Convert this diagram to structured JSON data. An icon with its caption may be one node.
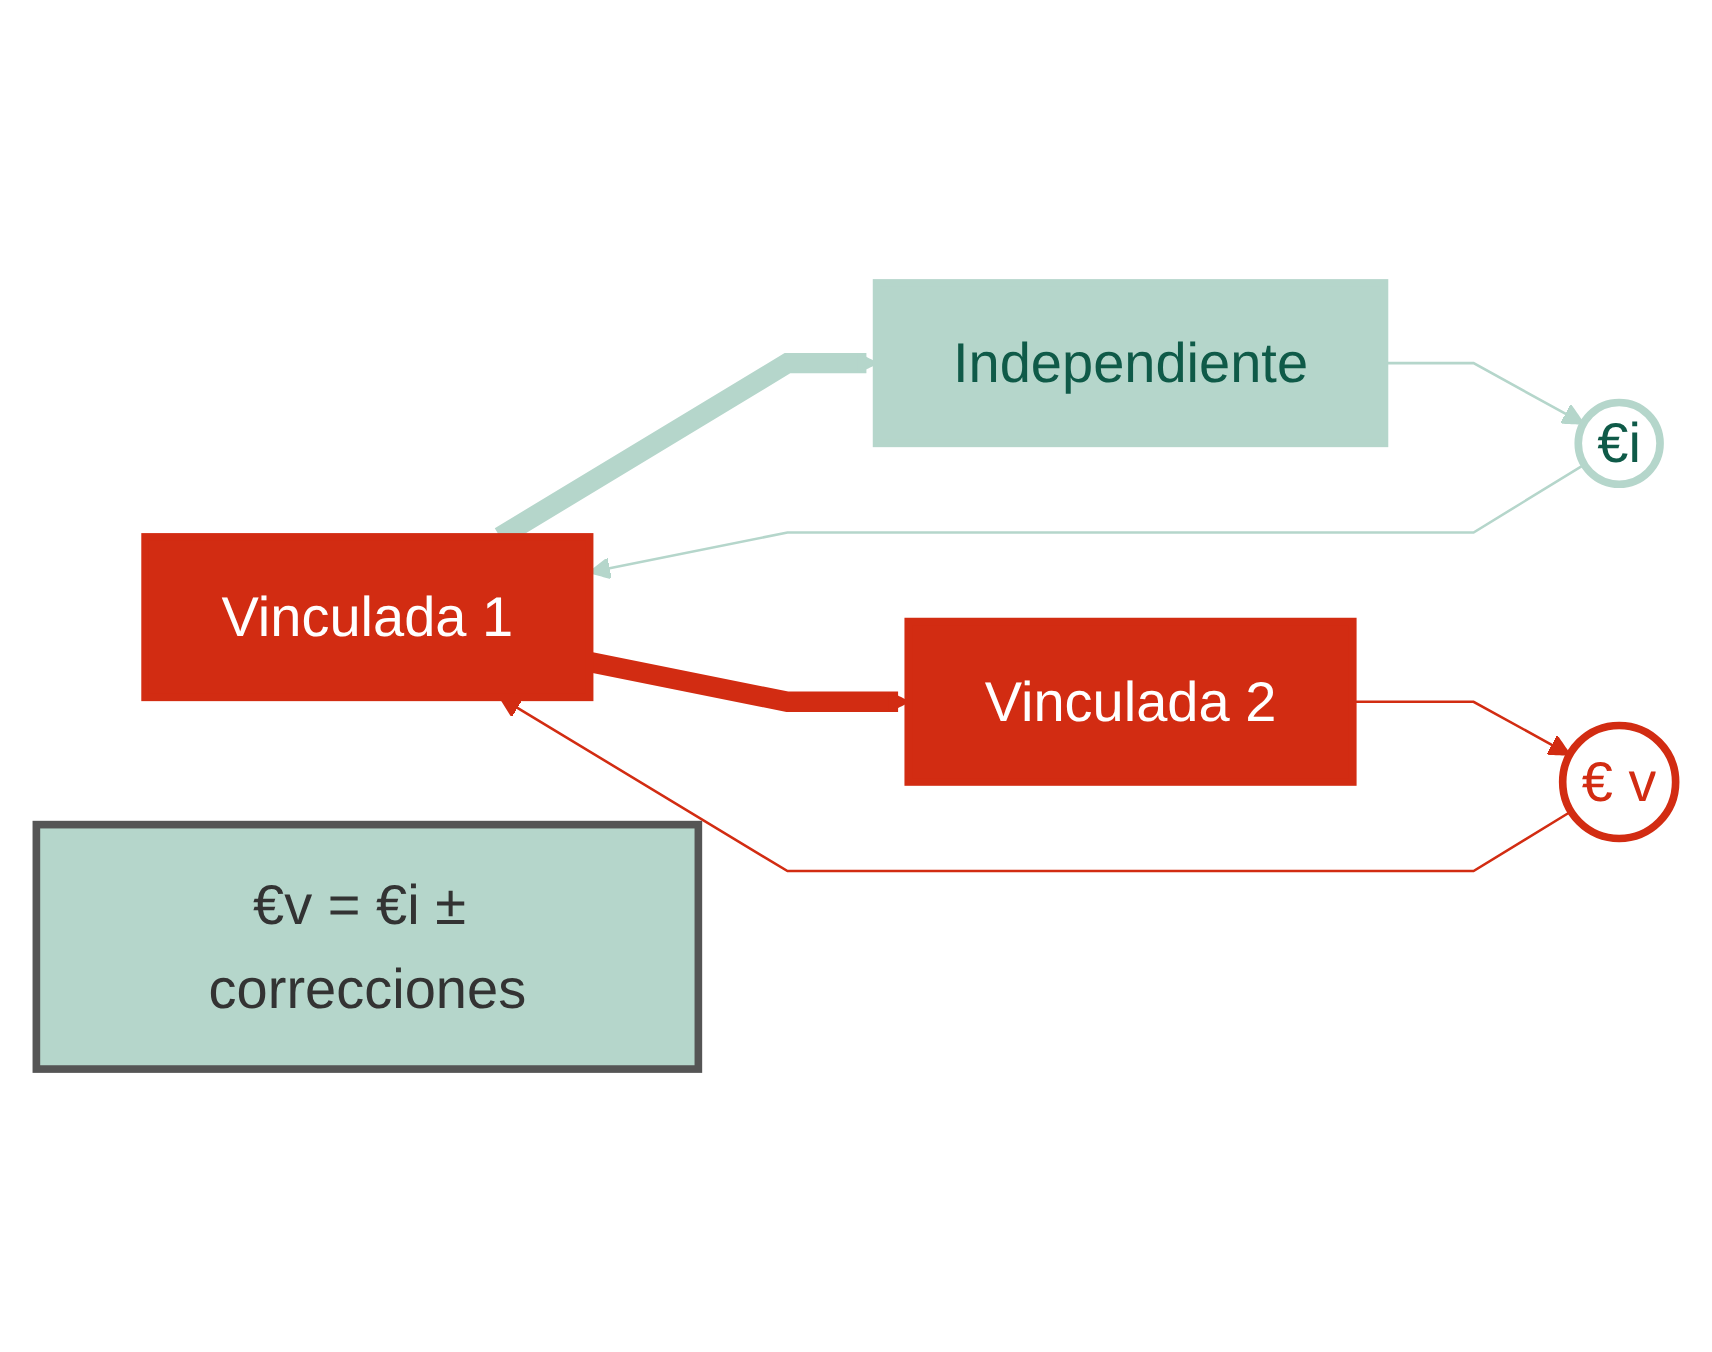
{
  "diagram": {
    "nodes": [
      {
        "text": [
          "Vinculada 1"
        ]
      },
      {
        "text": [
          "Independiente"
        ]
      },
      {
        "text": [
          "Vinculada 2"
        ]
      },
      {
        "text": [
          "€i"
        ]
      },
      {
        "text": [
          "€ v"
        ]
      },
      {
        "text": [
          "€v = €i ± correcciones"
        ]
      }
    ],
    "edges": [
      {
        "from": 0,
        "to": 1,
        "arrow": "to",
        "style": "thick",
        "color": "#b5d6cb"
      },
      {
        "from": 0,
        "to": 2,
        "arrow": "to",
        "style": "thick",
        "color": "#d22c12"
      },
      {
        "from": 1,
        "to": 3,
        "arrow": "to",
        "color": "#b5d6cb"
      },
      {
        "from": 3,
        "to": 0,
        "arrow": "to",
        "color": "#b5d6cb"
      },
      {
        "from": 2,
        "to": 4,
        "arrow": "to",
        "color": "#d22c12"
      },
      {
        "from": 4,
        "to": 0,
        "arrow": "to",
        "color": "#d22c12"
      }
    ]
  }
}
